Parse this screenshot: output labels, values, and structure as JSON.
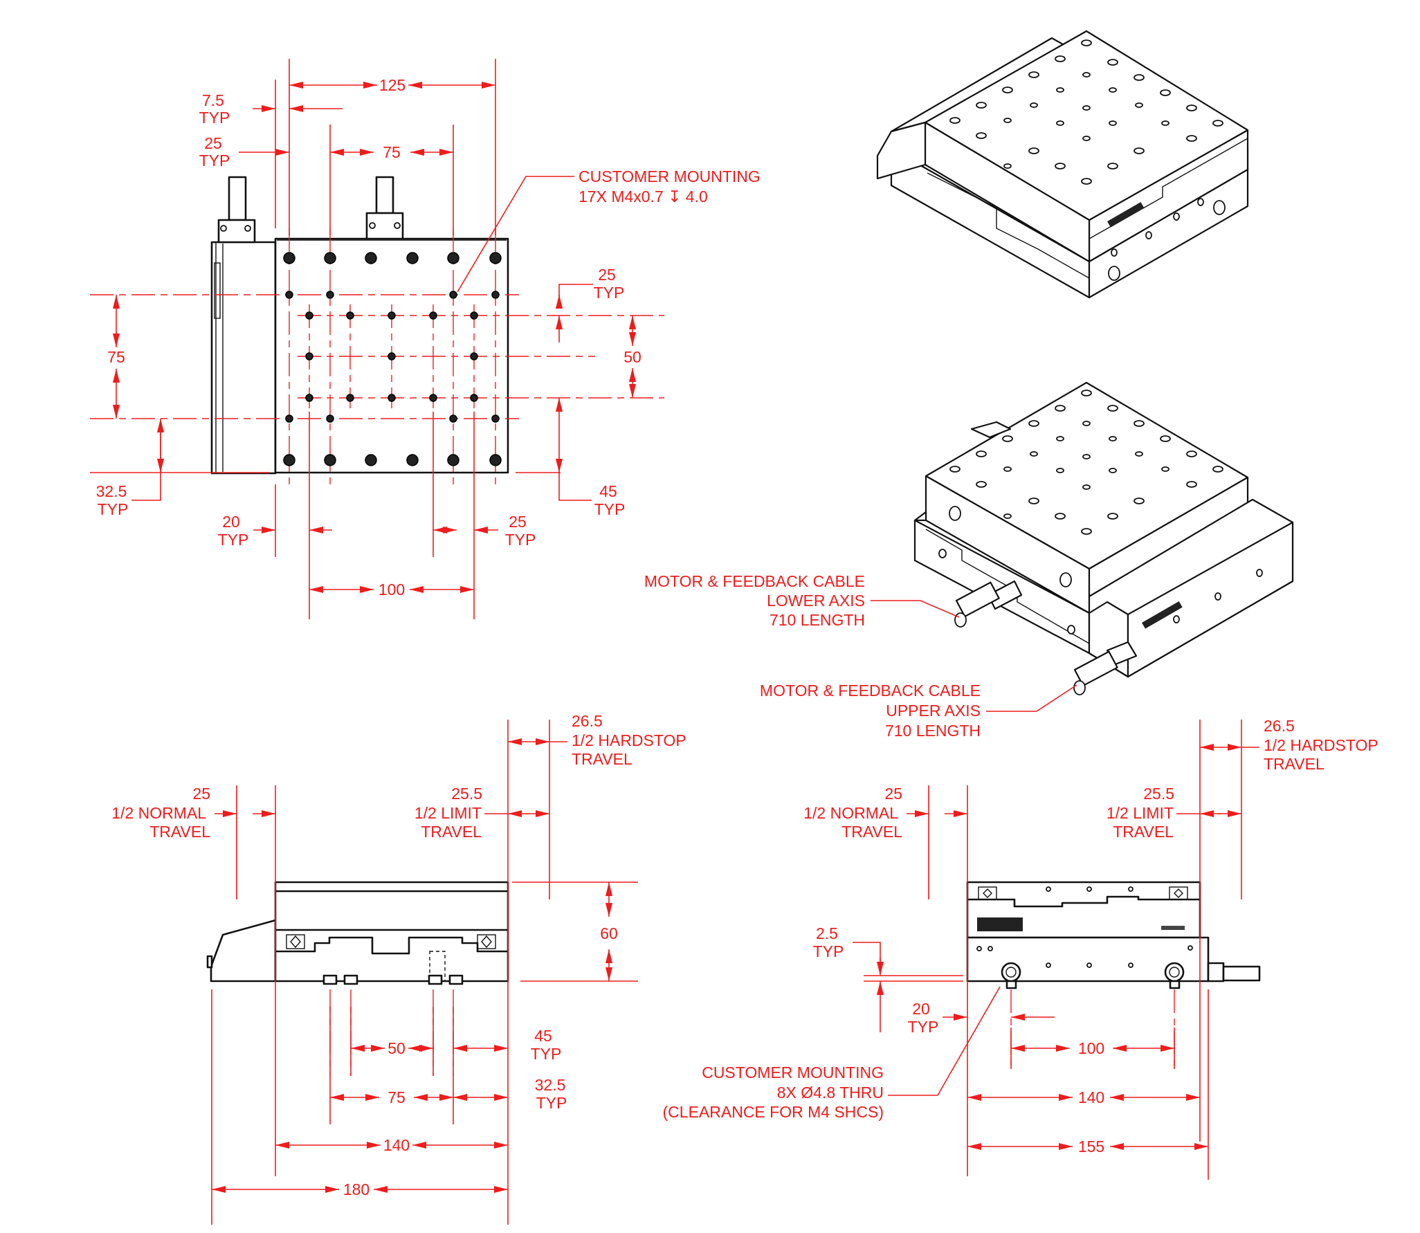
{
  "views": {
    "top": {
      "dims": {
        "width_125": "125",
        "spacing_75_top": "75",
        "offset_7_5": "7.5",
        "offset_25": "25",
        "typ": "TYP",
        "vert_75": "75",
        "vert_25": "25",
        "vert_50": "50",
        "vert_45": "45",
        "left_32_5": "32.5",
        "bottom_20": "20",
        "bottom_25": "25",
        "bottom_100": "100"
      },
      "callout_mounting": {
        "line1": "CUSTOMER MOUNTING",
        "line2": "17X M4x0.7 ↧ 4.0"
      }
    },
    "front": {
      "dims": {
        "normal_travel_value": "25",
        "normal_travel_l1": "1/2 NORMAL",
        "normal_travel_l2": "TRAVEL",
        "limit_travel_value": "25.5",
        "limit_travel_l1": "1/2 LIMIT",
        "limit_travel_l2": "TRAVEL",
        "hardstop_value": "26.5",
        "hardstop_l1": "1/2 HARDSTOP",
        "hardstop_l2": "TRAVEL",
        "height_60": "60",
        "spacing_50": "50",
        "spacing_75": "75",
        "width_140": "140",
        "width_180": "180",
        "right_45": "45",
        "right_32_5": "32.5",
        "typ": "TYP"
      }
    },
    "side": {
      "dims": {
        "normal_travel_value": "25",
        "normal_travel_l1": "1/2 NORMAL",
        "normal_travel_l2": "TRAVEL",
        "limit_travel_value": "25.5",
        "limit_travel_l1": "1/2 LIMIT",
        "limit_travel_l2": "TRAVEL",
        "hardstop_value": "26.5",
        "hardstop_l1": "1/2 HARDSTOP",
        "hardstop_l2": "TRAVEL",
        "height_2_5": "2.5",
        "left_20": "20",
        "spacing_100": "100",
        "width_140": "140",
        "width_155": "155",
        "typ": "TYP"
      },
      "callout_mounting": {
        "line1": "CUSTOMER MOUNTING",
        "line2": "8X Ø4.8 THRU",
        "line3": "(CLEARANCE FOR M4 SHCS)"
      }
    },
    "iso": {
      "cable_lower": {
        "line1": "MOTOR & FEEDBACK CABLE",
        "line2": "LOWER AXIS",
        "line3": "710 LENGTH"
      },
      "cable_upper": {
        "line1": "MOTOR & FEEDBACK CABLE",
        "line2": "UPPER AXIS",
        "line3": "710 LENGTH"
      }
    }
  },
  "colors": {
    "dimension": "#ee1c1c",
    "outline": "#111111"
  }
}
